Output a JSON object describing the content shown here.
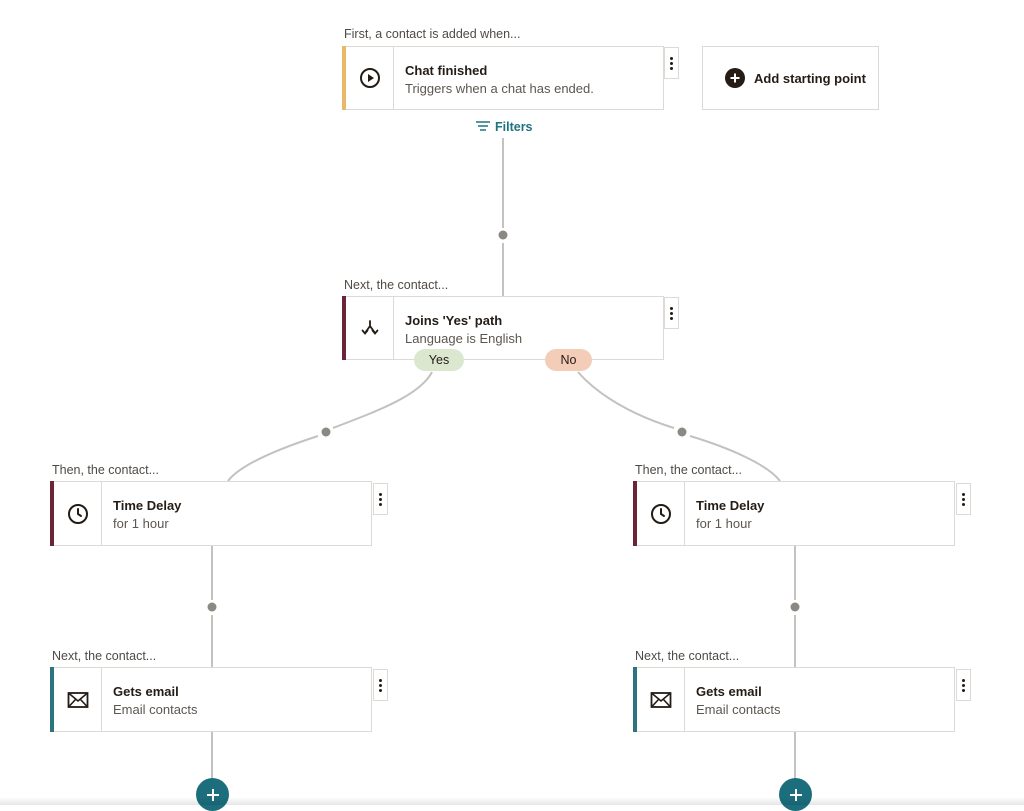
{
  "trigger": {
    "caption": "First, a contact is added when...",
    "title": "Chat finished",
    "subtitle": "Triggers when a chat has ended.",
    "icon": "play-circle-icon",
    "accent": "#e8b86b"
  },
  "add_starting_point": {
    "label": "Add starting point",
    "icon": "plus-circle-icon"
  },
  "filters": {
    "label": "Filters",
    "icon": "filter-lines-icon",
    "color": "#1f7380"
  },
  "branch": {
    "caption": "Next, the contact...",
    "title": "Joins 'Yes' path",
    "subtitle": "Language is English",
    "icon": "split-path-icon",
    "accent": "#6b2438",
    "yes_label": "Yes",
    "no_label": "No",
    "yes_color": "#dbe8cf",
    "no_color": "#f4cdb8"
  },
  "yes_path": {
    "delay": {
      "caption": "Then, the contact...",
      "title": "Time Delay",
      "subtitle": "for 1 hour",
      "icon": "clock-icon",
      "accent": "#6b2438"
    },
    "email": {
      "caption": "Next, the contact...",
      "title": "Gets email",
      "subtitle": "Email contacts",
      "icon": "envelope-icon",
      "accent": "#2d7380"
    }
  },
  "no_path": {
    "delay": {
      "caption": "Then, the contact...",
      "title": "Time Delay",
      "subtitle": "for 1 hour",
      "icon": "clock-icon",
      "accent": "#6b2438"
    },
    "email": {
      "caption": "Next, the contact...",
      "title": "Gets email",
      "subtitle": "Email contacts",
      "icon": "envelope-icon",
      "accent": "#2d7380"
    }
  },
  "colors": {
    "add_button": "#1c6e7d",
    "connector": "#c4c2be",
    "node_dot": "#8c8984"
  }
}
